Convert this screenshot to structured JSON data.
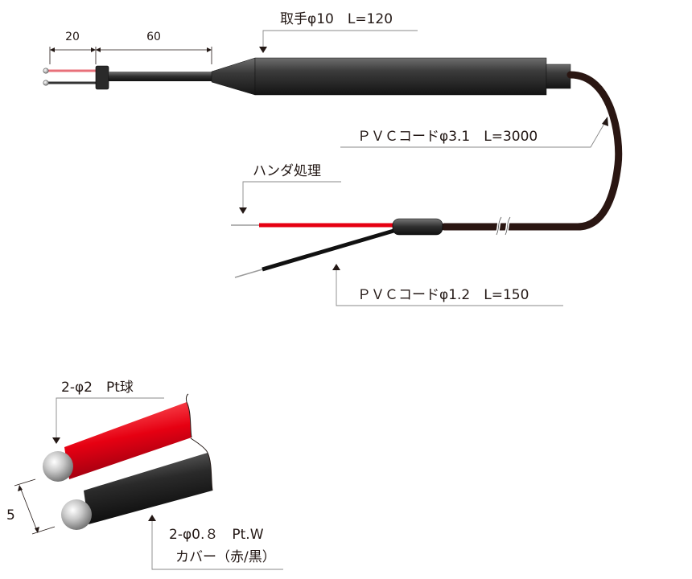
{
  "dimensions": {
    "lead_length": "20",
    "sheath_length": "60",
    "sphere_spacing": "5"
  },
  "labels": {
    "handle": "取手φ10　L=120",
    "cord": "ＰＶＣコードφ3.1　L=3000",
    "solder": "ハンダ処理",
    "leads": "ＰＶＣコードφ1.2　L=150",
    "sphere": "2-φ2　Pt球",
    "wire_line1": "2-φ0.８　Pt.W",
    "wire_line2": "カバー（赤/黒）"
  },
  "colors": {
    "handle": "#3a3a3a",
    "cord": "#2a1612",
    "red_lead": "#e60012",
    "black_lead": "#1a1a1a",
    "leader_line": "#888888",
    "text": "#231815"
  }
}
